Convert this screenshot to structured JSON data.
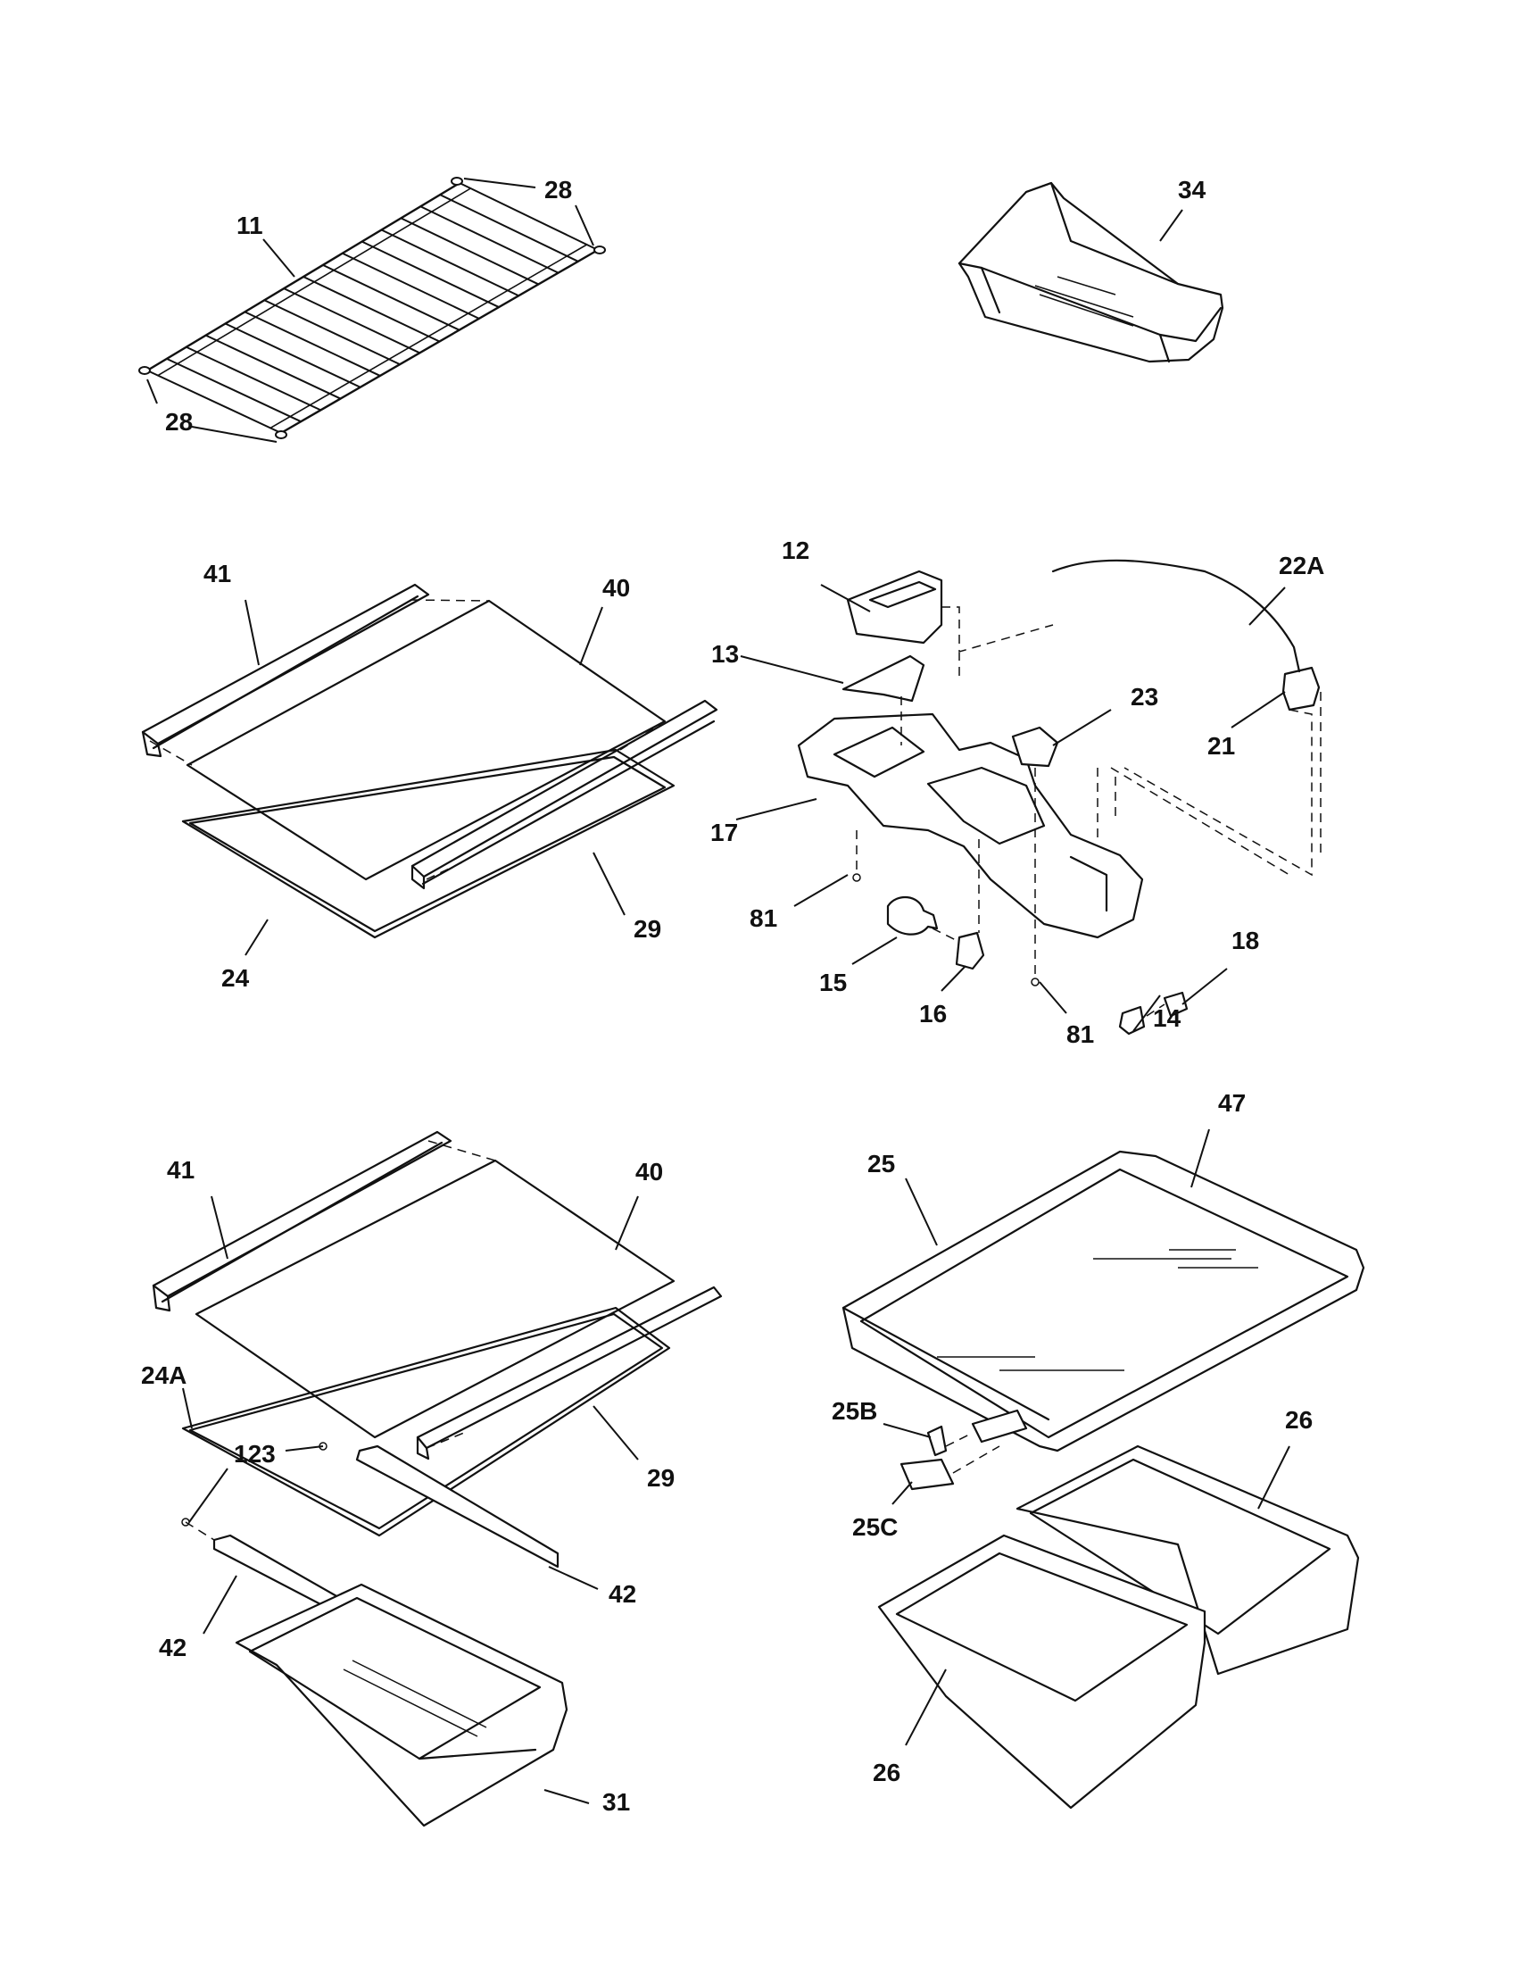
{
  "callouts": {
    "c11": "11",
    "c28a": "28",
    "c28b": "28",
    "c34": "34",
    "c41a": "41",
    "c40a": "40",
    "c29a": "29",
    "c24": "24",
    "c12": "12",
    "c22a": "22A",
    "c13": "13",
    "c23": "23",
    "c21": "21",
    "c17": "17",
    "c81a": "81",
    "c81b": "81",
    "c18": "18",
    "c15": "15",
    "c16": "16",
    "c14": "14",
    "c41b": "41",
    "c40b": "40",
    "c24a": "24A",
    "c123": "123",
    "c29b": "29",
    "c42a": "42",
    "c42b": "42",
    "c31": "31",
    "c47": "47",
    "c25": "25",
    "c25b": "25B",
    "c25c": "25C",
    "c26a": "26",
    "c26b": "26"
  }
}
